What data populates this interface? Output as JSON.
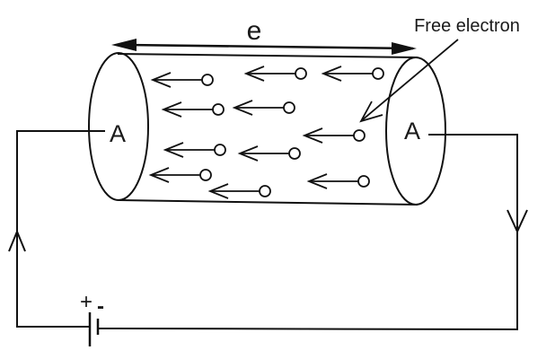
{
  "diagram": {
    "title_label": "e",
    "callout_label": "Free electron",
    "left_end_label": "A",
    "right_end_label": "A",
    "battery": {
      "positive_label": "+",
      "negative_label": "-"
    },
    "electron_count": 11,
    "electron_drift_direction": "left",
    "current_direction": "clockwise: down on right wire, up on left wire",
    "colors": {
      "stroke": "#111111",
      "background": "#ffffff",
      "text": "#1a1a1a"
    }
  }
}
